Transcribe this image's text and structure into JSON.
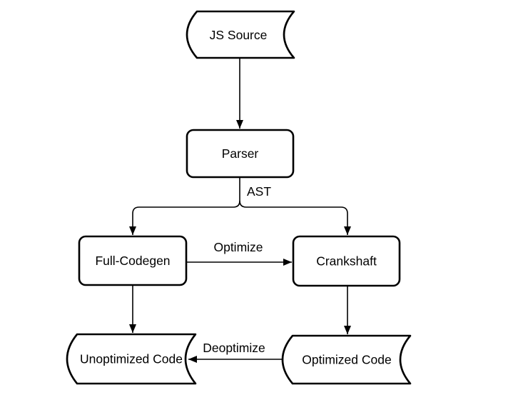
{
  "diagram": {
    "background_color": "#ffffff",
    "stroke_color": "#000000",
    "text_color": "#000000",
    "nodes": [
      {
        "id": "js-source",
        "shape": "stored-data",
        "label": "JS Source"
      },
      {
        "id": "parser",
        "shape": "rounded-rectangle",
        "label": "Parser"
      },
      {
        "id": "full-codegen",
        "shape": "rounded-rectangle",
        "label": "Full-Codegen"
      },
      {
        "id": "crankshaft",
        "shape": "rounded-rectangle",
        "label": "Crankshaft"
      },
      {
        "id": "unoptimized-code",
        "shape": "stored-data",
        "label": "Unoptimized Code"
      },
      {
        "id": "optimized-code",
        "shape": "stored-data",
        "label": "Optimized Code"
      }
    ],
    "edges": [
      {
        "from": "js-source",
        "to": "parser",
        "label": ""
      },
      {
        "from": "parser",
        "to": "full-codegen",
        "label": "AST"
      },
      {
        "from": "parser",
        "to": "crankshaft",
        "label": ""
      },
      {
        "from": "full-codegen",
        "to": "crankshaft",
        "label": "Optimize"
      },
      {
        "from": "full-codegen",
        "to": "unoptimized-code",
        "label": ""
      },
      {
        "from": "crankshaft",
        "to": "optimized-code",
        "label": ""
      },
      {
        "from": "optimized-code",
        "to": "unoptimized-code",
        "label": "Deoptimize"
      }
    ]
  }
}
